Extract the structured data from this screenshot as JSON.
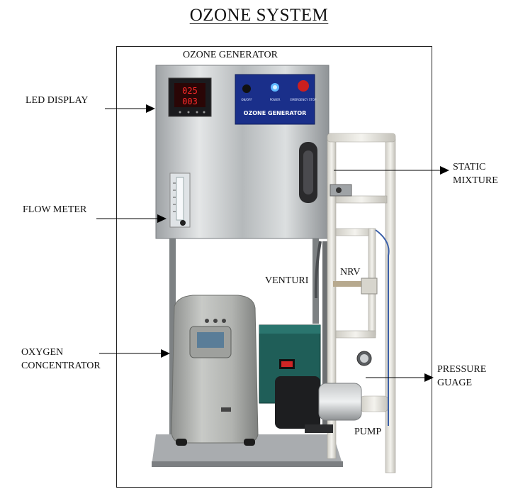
{
  "title": "OZONE SYSTEM",
  "labels": {
    "ozone_generator": "OZONE GENERATOR",
    "led_display": "LED DISPLAY",
    "flow_meter": "FLOW METER",
    "oxygen_line1": "OXYGEN",
    "oxygen_line2": "CONCENTRATOR",
    "venturi": "VENTURI",
    "nrv": "NRV",
    "static_line1": "STATIC",
    "static_line2": "MIXTURE",
    "pressure_line1": "PRESSURE",
    "pressure_line2": "GUAGE",
    "pump": "PUMP"
  },
  "generator_panel": {
    "brand": "OZONE GENERATOR",
    "switch_label": "ON/OFF",
    "power_label": "POWER",
    "emergency_label": "EMERGENCY STOP"
  },
  "display": {
    "top_value": "025",
    "bottom_value": "003"
  },
  "colors": {
    "led": "#ff2a2a",
    "panel": "#1a2f8a",
    "steel": "#c9ccce",
    "pipe": "#e8e6df",
    "concentrator": "#b9bbb8",
    "pump_box": "#1f5e58"
  }
}
